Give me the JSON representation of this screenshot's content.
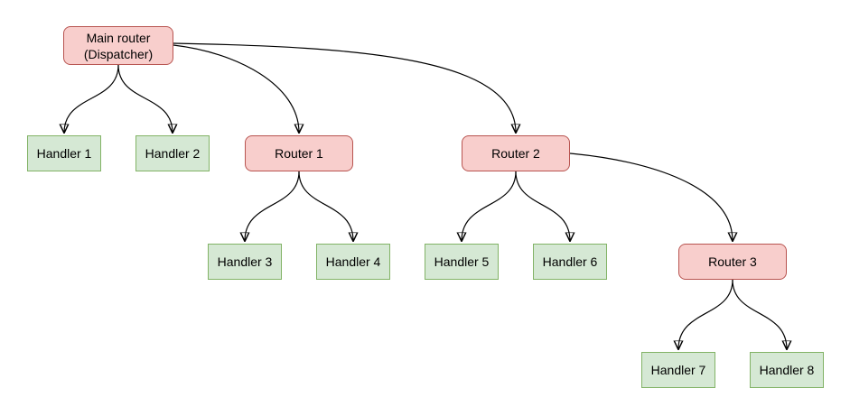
{
  "diagram": {
    "nodes": {
      "main_router": {
        "label": "Main router\n(Dispatcher)",
        "type": "router"
      },
      "handler_1": {
        "label": "Handler 1",
        "type": "handler"
      },
      "handler_2": {
        "label": "Handler 2",
        "type": "handler"
      },
      "router_1": {
        "label": "Router 1",
        "type": "router"
      },
      "router_2": {
        "label": "Router 2",
        "type": "router"
      },
      "handler_3": {
        "label": "Handler 3",
        "type": "handler"
      },
      "handler_4": {
        "label": "Handler 4",
        "type": "handler"
      },
      "handler_5": {
        "label": "Handler 5",
        "type": "handler"
      },
      "handler_6": {
        "label": "Handler 6",
        "type": "handler"
      },
      "router_3": {
        "label": "Router 3",
        "type": "router"
      },
      "handler_7": {
        "label": "Handler 7",
        "type": "handler"
      },
      "handler_8": {
        "label": "Handler 8",
        "type": "handler"
      }
    },
    "edges": [
      {
        "from": "main_router",
        "to": "handler_1"
      },
      {
        "from": "main_router",
        "to": "handler_2"
      },
      {
        "from": "main_router",
        "to": "router_1"
      },
      {
        "from": "main_router",
        "to": "router_2"
      },
      {
        "from": "router_1",
        "to": "handler_3"
      },
      {
        "from": "router_1",
        "to": "handler_4"
      },
      {
        "from": "router_2",
        "to": "handler_5"
      },
      {
        "from": "router_2",
        "to": "handler_6"
      },
      {
        "from": "router_2",
        "to": "router_3"
      },
      {
        "from": "router_3",
        "to": "handler_7"
      },
      {
        "from": "router_3",
        "to": "handler_8"
      }
    ],
    "colors": {
      "router-fill": "#f8cecc",
      "router-stroke": "#b85450",
      "handler-fill": "#d5e8d4",
      "handler-stroke": "#82b366",
      "edge": "#000000",
      "background": "#ffffff"
    }
  }
}
